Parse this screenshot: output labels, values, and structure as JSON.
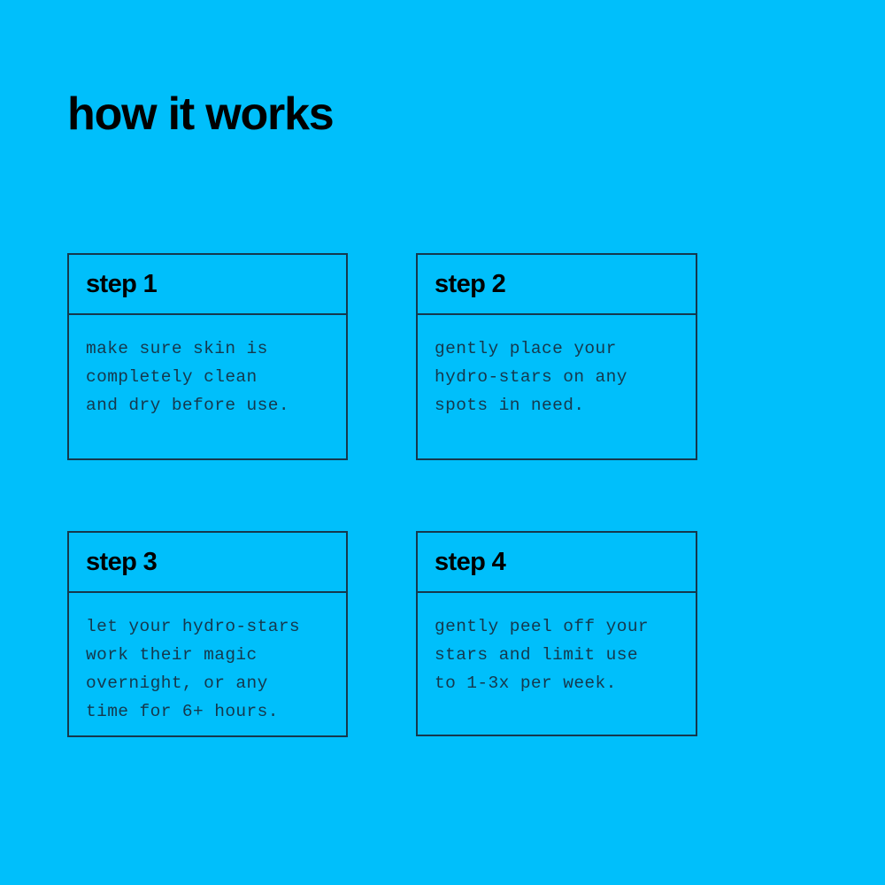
{
  "page": {
    "background_color": "#00bffb",
    "ink_color": "#15384d",
    "heading_color": "#000000",
    "title": "how it works"
  },
  "steps": [
    {
      "header": "step 1",
      "body": "make sure skin is\ncompletely clean\nand dry before use."
    },
    {
      "header": "step 2",
      "body": "gently place your\nhydro-stars on any\nspots in need."
    },
    {
      "header": "step 3",
      "body": "let your hydro-stars\nwork their magic\novernight, or any\ntime for 6+ hours."
    },
    {
      "header": "step 4",
      "body": "gently peel off your\nstars and limit use\nto 1-3x per week."
    }
  ]
}
